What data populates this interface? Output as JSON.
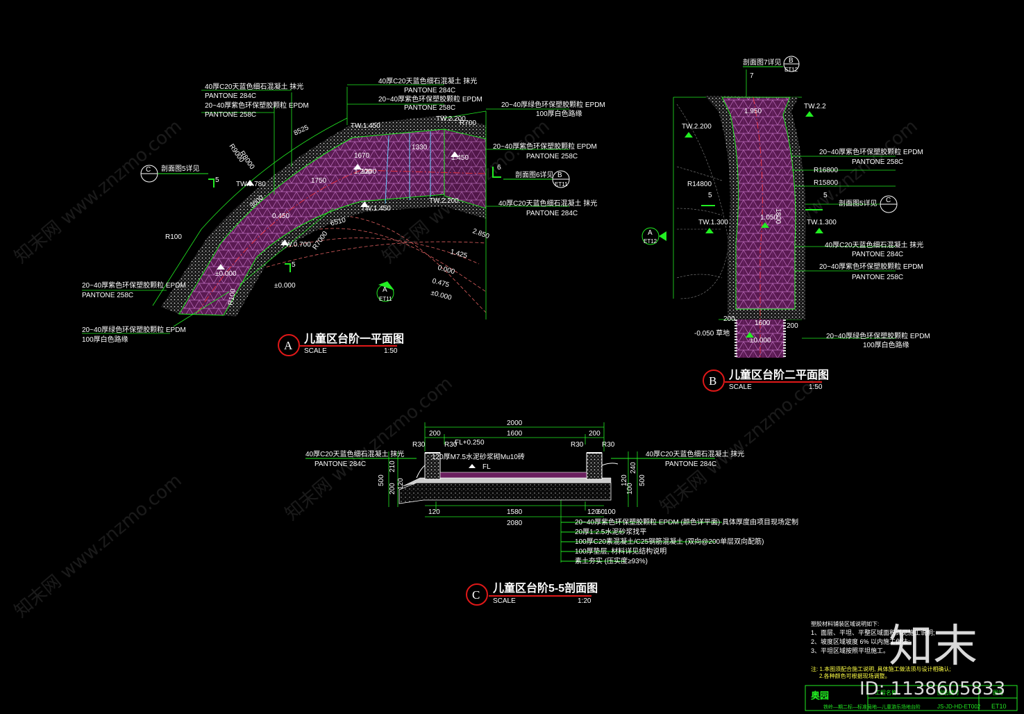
{
  "plan_a": {
    "letter": "A",
    "title": "儿童区台阶一平面图",
    "scale_label": "SCALE",
    "scale": "1:50",
    "notes": [
      {
        "l1": "40厚C20天蓝色细石混凝土 抹光",
        "l2": "PANTONE 284C"
      },
      {
        "l1": "20~40厚紫色环保塑胶颗粒 EPDM",
        "l2": "PANTONE 258C"
      },
      {
        "l1": "40厚C20天蓝色细石混凝土 抹光",
        "l2": "PANTONE 284C"
      },
      {
        "l1": "20~40厚紫色环保塑胶颗粒 EPDM",
        "l2": "PANTONE 258C"
      },
      {
        "l1": "20~40厚绿色环保塑胶颗粒 EPDM",
        "l2": "100厚白色路缘"
      },
      {
        "l1": "20~40厚紫色环保塑胶颗粒 EPDM",
        "l2": "PANTONE 258C"
      },
      {
        "l1": "40厚C20天蓝色细石混凝土 抹光",
        "l2": "PANTONE 284C"
      },
      {
        "l1": "20~40厚紫色环保塑胶颗粒 EPDM",
        "l2": "PANTONE 258C"
      },
      {
        "l1": "20~40厚绿色环保塑胶颗粒 EPDM",
        "l2": "100厚白色路缘"
      }
    ],
    "levels": [
      "TW.1.450",
      "TW.2.200",
      "TW.0.780",
      "1.200",
      "1.450",
      "TW.1.450",
      "TW.2.200",
      "0.450",
      "TW.0.700",
      "±0.000",
      "±0.000"
    ],
    "dims": [
      "R9000",
      "R8000",
      "R100",
      "R100",
      "R700",
      "R7000",
      "8525",
      "1670",
      "1330",
      "3000",
      "1750",
      "1200",
      "6510"
    ],
    "contours": [
      "2.850",
      "1.425",
      "0.000",
      "0.475",
      "±0.000"
    ],
    "section_callouts": [
      {
        "text": "剖面图5详见",
        "letter": "C",
        "num": "5"
      },
      {
        "text": "剖面图6详见",
        "letter": "B",
        "num": "6",
        "sheet": "ET11"
      }
    ],
    "section_marker": {
      "letter": "A",
      "sheet": "ET11"
    }
  },
  "plan_b": {
    "letter": "B",
    "title": "儿童区台阶二平面图",
    "scale_label": "SCALE",
    "scale": "1:50",
    "callout_top": {
      "text": "剖面图7详见",
      "letter": "B",
      "sheet": "ET12",
      "num": "7"
    },
    "callout_right": {
      "text": "剖面图5详见",
      "letter": "C",
      "num": "5"
    },
    "side_marker": {
      "letter": "A",
      "sheet": "ET12"
    },
    "levels": [
      "TW.2.200",
      "TW.2.2",
      "1.950",
      "1.050",
      "TW.1.300",
      "TW.1.300",
      "-0.050 草地",
      "±0.000"
    ],
    "radii": [
      "R14800",
      "R16800",
      "R15800"
    ],
    "notes": [
      {
        "l1": "20~40厚紫色环保塑胶颗粒 EPDM",
        "l2": "PANTONE 258C"
      },
      {
        "l1": "40厚C20天蓝色细石混凝土 抹光",
        "l2": "PANTONE 284C"
      },
      {
        "l1": "20~40厚紫色环保塑胶颗粒 EPDM",
        "l2": "PANTONE 258C"
      },
      {
        "l1": "20~40厚绿色环保塑胶颗粒 EPDM",
        "l2": "100厚白色路缘"
      }
    ],
    "dims": [
      "1600",
      "200",
      "200",
      "1800"
    ]
  },
  "section_c": {
    "letter": "C",
    "title": "儿童区台阶5-5剖面图",
    "scale_label": "SCALE",
    "scale": "1:20",
    "top_dims": [
      "2000",
      "200",
      "1600",
      "200"
    ],
    "bottom_dims": [
      "120",
      "1580",
      "120",
      "60",
      "100",
      "2080"
    ],
    "radii": [
      "R30",
      "R30",
      "R30",
      "R30"
    ],
    "left_dims": [
      "500",
      "210",
      "200",
      "120"
    ],
    "right_dims": [
      "240",
      "500",
      "100",
      "120"
    ],
    "fl_level": "FL+0.250",
    "fl": "FL",
    "wall_note": "120厚M7.5水泥砂浆砌Mu10砖",
    "left_note": {
      "l1": "40厚C20天蓝色细石混凝土 抹光",
      "l2": "PANTONE 284C"
    },
    "right_note": {
      "l1": "40厚C20天蓝色细石混凝土 抹光",
      "l2": "PANTONE 284C"
    },
    "layers": [
      "20~40厚紫色环保塑胶颗粒 EPDM (颜色详平面) 具体厚度由项目现场定制",
      "20厚1:2.5水泥砂浆找平",
      "100厚C20素混凝土/C25钢筋混凝土 (双向@200单层双向配筋)",
      "100厚垫层, 材料详见结构说明",
      "素土夯实 (压实度≥93%)"
    ]
  },
  "general_notes": {
    "title": "塑胶材料铺装区域说明如下:",
    "items": [
      "1、面层、平坦、平整区域面积详见施工说明;",
      "2、坡度区域坡度 6% 以内施工做法;",
      "3、平坦区域按照平坦施工。"
    ],
    "warn": [
      "注: 1.本图须配合施工说明, 具体施工做法须与设计相确认;",
      "2.各种颜色可根据现场调整。"
    ]
  },
  "title_block": {
    "logo": "奥园",
    "project_label": "工程名称",
    "drawing_label": "图纸编号",
    "sheet_label": "图号",
    "name": "铁岭—期二标—标准局地—儿童游乐场地台阶",
    "code": "JS-JD-HD-ET002",
    "sheet": "ET10"
  },
  "watermarks": [
    "知末网 www.znzmo.com",
    "知末网 www.znzmo.com",
    "知末网 www.znzmo.com",
    "知末网 www.znzmo.com",
    "知末网 www.znzmo.com",
    "知末网 www.znzmo.com"
  ],
  "brand": {
    "logo": "知末",
    "id": "ID: 1138605833"
  },
  "colors": {
    "bg": "#000000",
    "line": "#22ee22",
    "surface": "#6a1f5e",
    "mesh": "#c070c0",
    "edge_pattern": "#d0d0d0",
    "marker": "#e01818",
    "text": "#ffffff"
  }
}
